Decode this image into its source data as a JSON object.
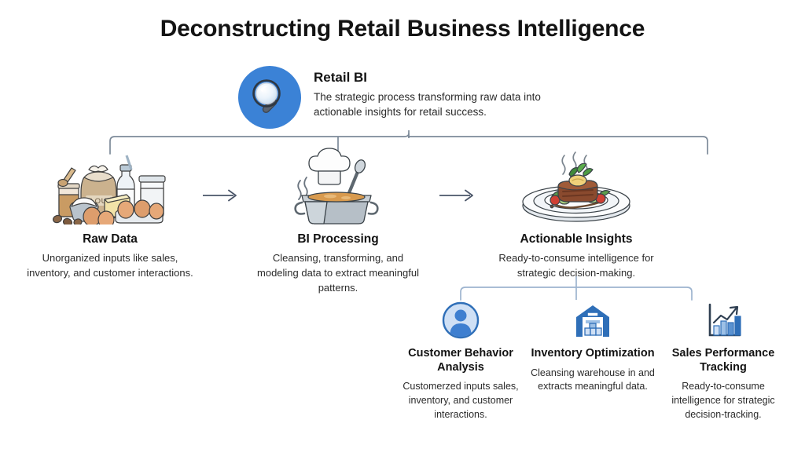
{
  "page": {
    "title": "Deconstructing Retail Business Intelligence",
    "background_color": "#ffffff",
    "accent_color": "#3b82d6",
    "connector_color": "#7d8a99",
    "leaf_connector_color": "#9db4cf",
    "arrow_color": "#4a5568",
    "text_color": "#131313"
  },
  "root": {
    "icon": "magnifying-glass-icon",
    "title": "Retail BI",
    "description": "The strategic process transforming raw data into actionable insights for retail success."
  },
  "stages": [
    {
      "id": "raw-data",
      "icon": "baking-ingredients-illustration",
      "title": "Raw Data",
      "description": "Unorganized inputs like sales, inventory, and customer interactions."
    },
    {
      "id": "bi-processing",
      "icon": "chef-hat-cooking-pot-illustration",
      "title": "BI Processing",
      "description": "Cleansing, transforming, and modeling data to extract meaningful patterns."
    },
    {
      "id": "actionable-insights",
      "icon": "plated-steak-dish-illustration",
      "title": "Actionable Insights",
      "description": "Ready-to-consume intelligence for strategic decision-making."
    }
  ],
  "leaves": [
    {
      "id": "customer-behavior-analysis",
      "icon": "user-avatar-icon",
      "title": "Customer Behavior Analysis",
      "description": "Customerzed inputs sales, inventory, and customer interactions."
    },
    {
      "id": "inventory-optimization",
      "icon": "warehouse-icon",
      "title": "Inventory Optimization",
      "description": "Cleansing warehouse in and extracts meaningful data."
    },
    {
      "id": "sales-performance-tracking",
      "icon": "bar-chart-growth-icon",
      "title": "Sales Performance Tracking",
      "description": "Ready-to-consume intelligence for strategic decision-tracking."
    }
  ]
}
